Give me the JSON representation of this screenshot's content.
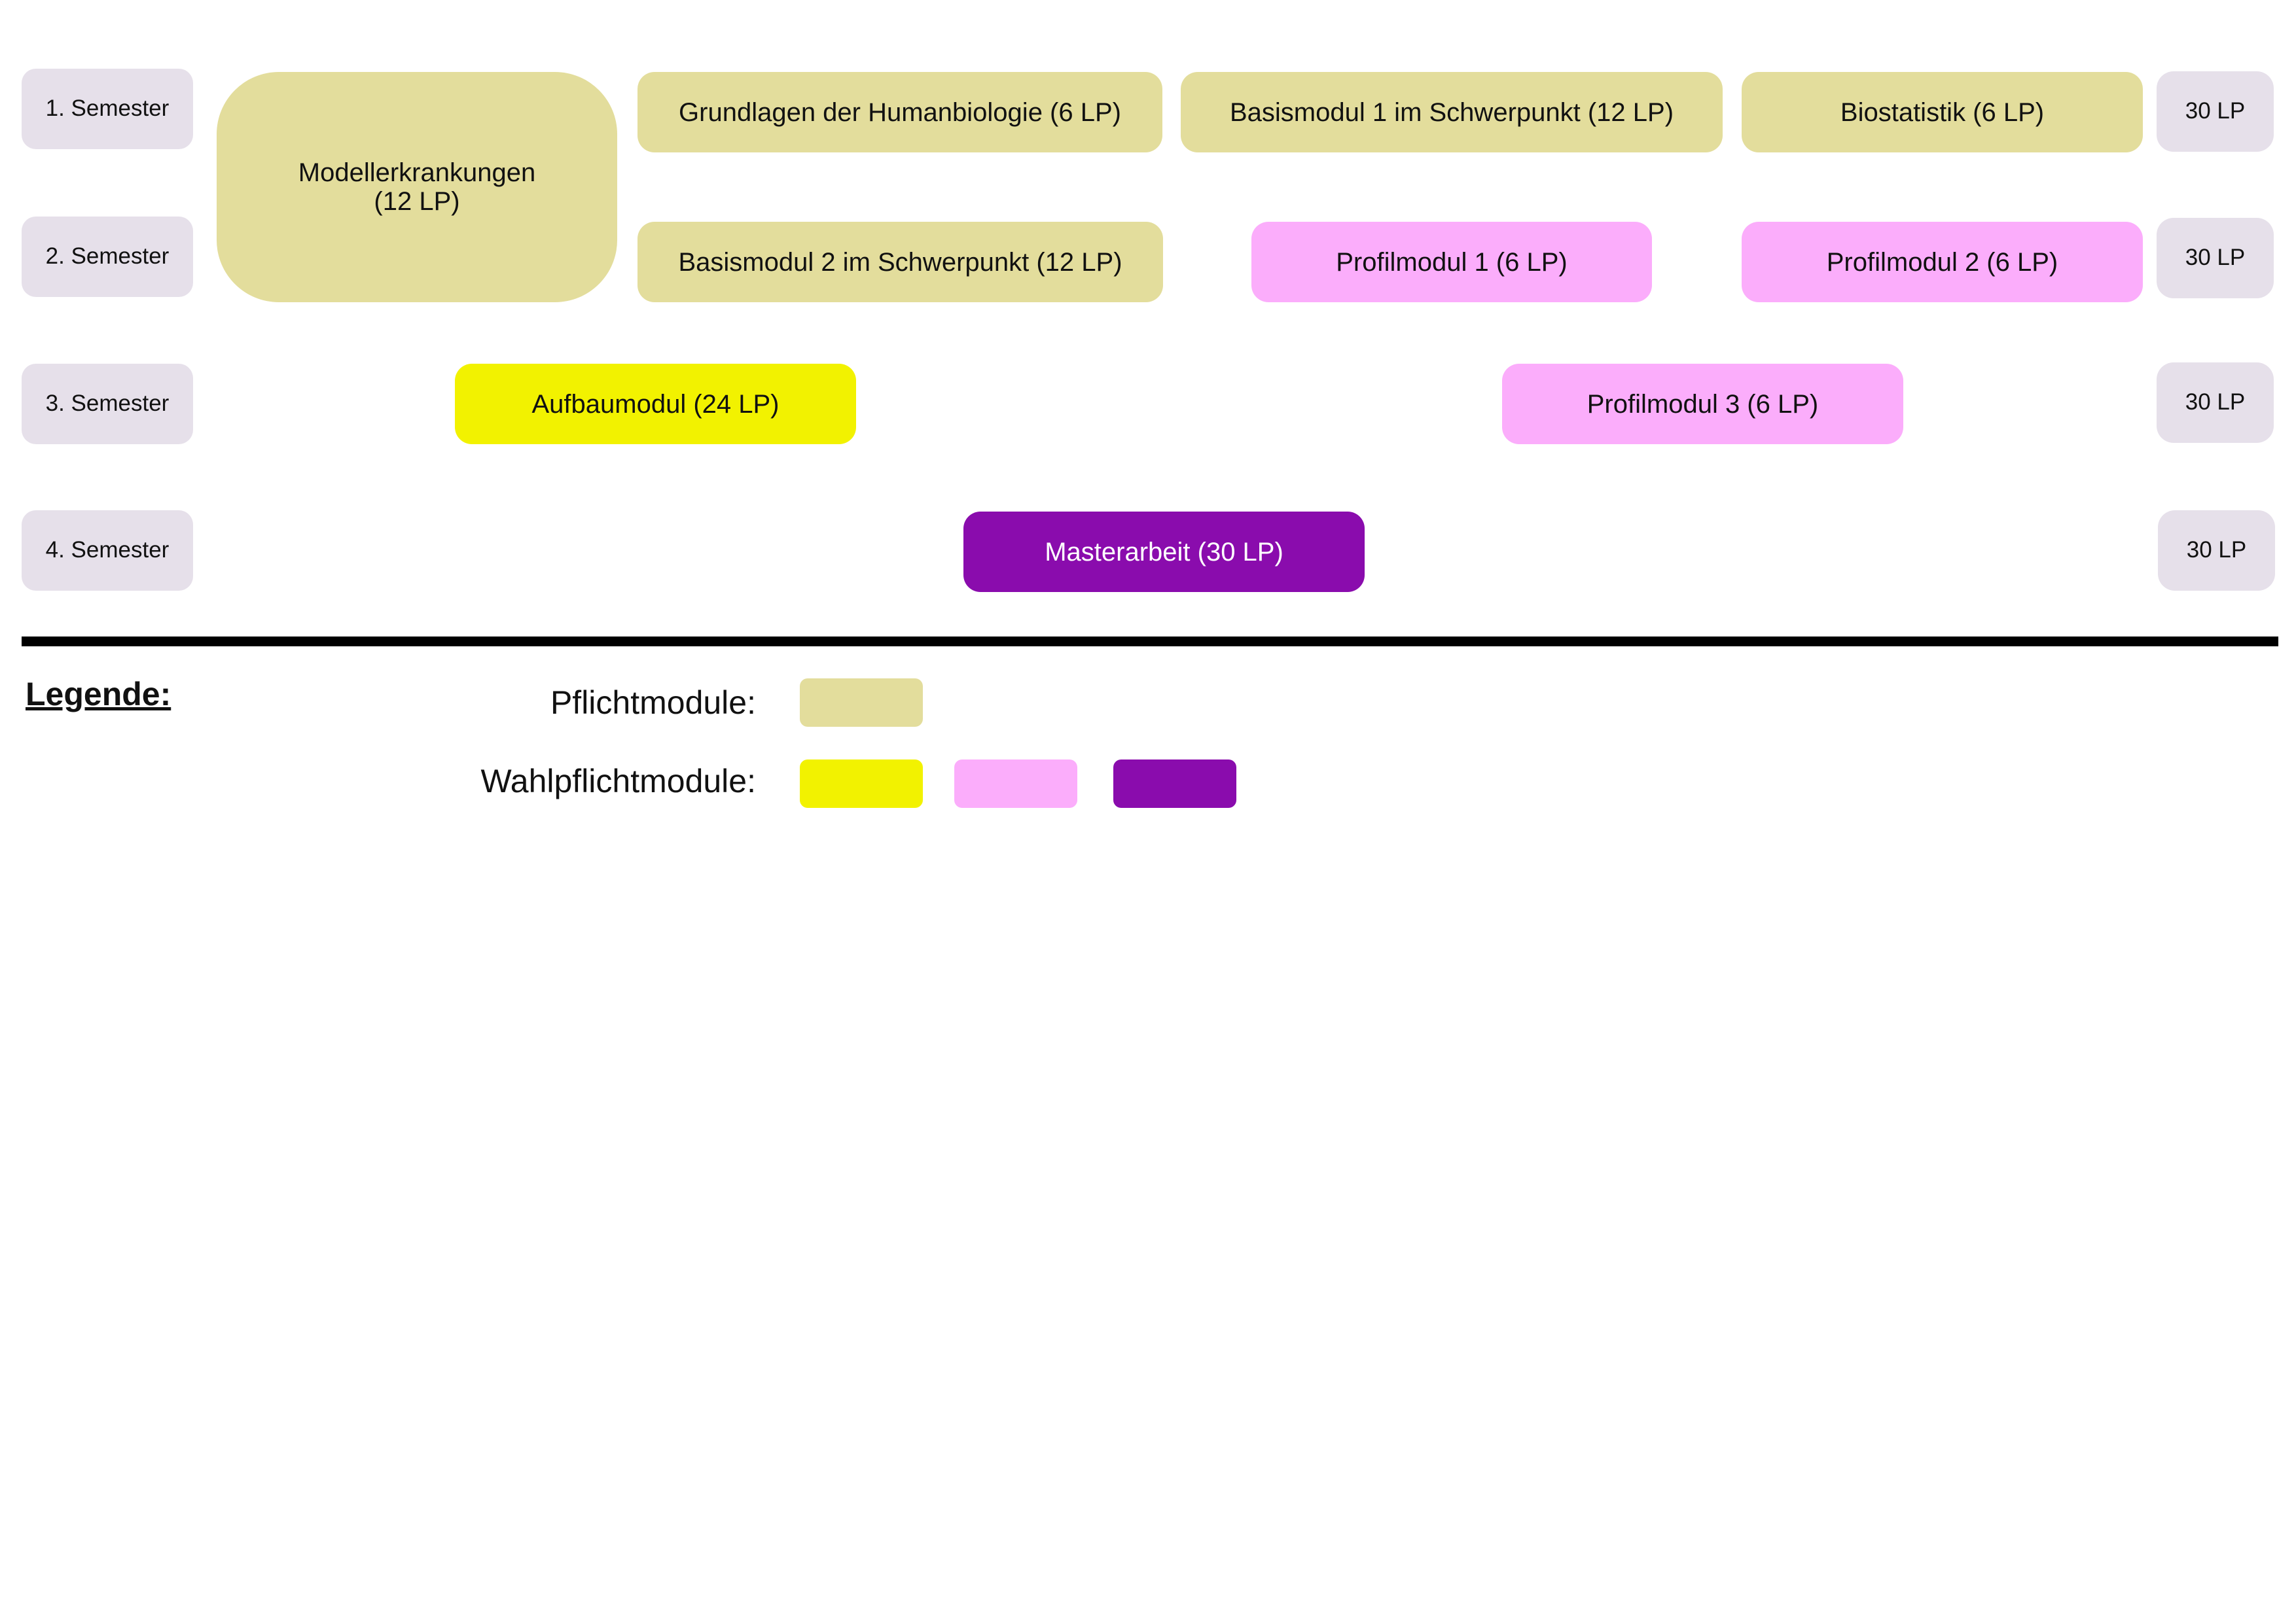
{
  "semesters": [
    {
      "label": "1. Semester",
      "credits": "30 LP"
    },
    {
      "label": "2. Semester",
      "credits": "30 LP"
    },
    {
      "label": "3. Semester",
      "credits": "30 LP"
    },
    {
      "label": "4. Semester",
      "credits": "30 LP"
    }
  ],
  "modules": {
    "modellerkrankungen": {
      "line1": "Modellerkrankungen",
      "line2": "(12 LP)"
    },
    "grundlagen": "Grundlagen der Humanbiologie (6 LP)",
    "basis1": "Basismodul 1 im Schwerpunkt (12 LP)",
    "biostatistik": "Biostatistik (6 LP)",
    "basis2": "Basismodul 2 im Schwerpunkt (12 LP)",
    "profil1": "Profilmodul 1 (6 LP)",
    "profil2": "Profilmodul 2 (6 LP)",
    "aufbau": "Aufbaumodul (24 LP)",
    "profil3": "Profilmodul 3 (6 LP)",
    "masterarbeit": "Masterarbeit (30 LP)"
  },
  "legend": {
    "title": "Legende:",
    "pflicht_label": "Pflichtmodule:",
    "wahlpflicht_label": "Wahlpflichtmodule:"
  },
  "colors": {
    "pflicht": "#e3dd9c",
    "wahl_yellow": "#f2f200",
    "wahl_pink": "#fbadfb",
    "wahl_purple": "#8a0cad",
    "semester_box": "#e6e0ea"
  }
}
